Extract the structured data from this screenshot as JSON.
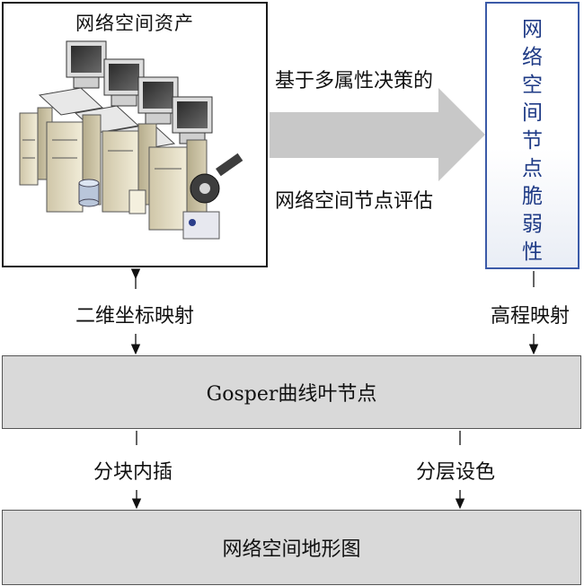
{
  "assets_box": {
    "title": "网络空间资产"
  },
  "vulnerability_box": {
    "text": "网络空间节点脆弱性"
  },
  "arrow_labels": {
    "top": "基于多属性决策的",
    "bottom": "网络空间节点评估"
  },
  "edge_labels": {
    "left_mapping": "二维坐标映射",
    "right_mapping": "高程映射",
    "left_interp": "分块内插",
    "right_color": "分层设色"
  },
  "bars": {
    "leaf_nodes": "Gosper曲线叶节点",
    "terrain_map": "网络空间地形图"
  },
  "colors": {
    "vulnerability_border": "#3b5aa8",
    "vulnerability_text": "#1f3b86",
    "bar_fill": "#d9d9d9",
    "big_arrow": "#c8c8c8"
  }
}
